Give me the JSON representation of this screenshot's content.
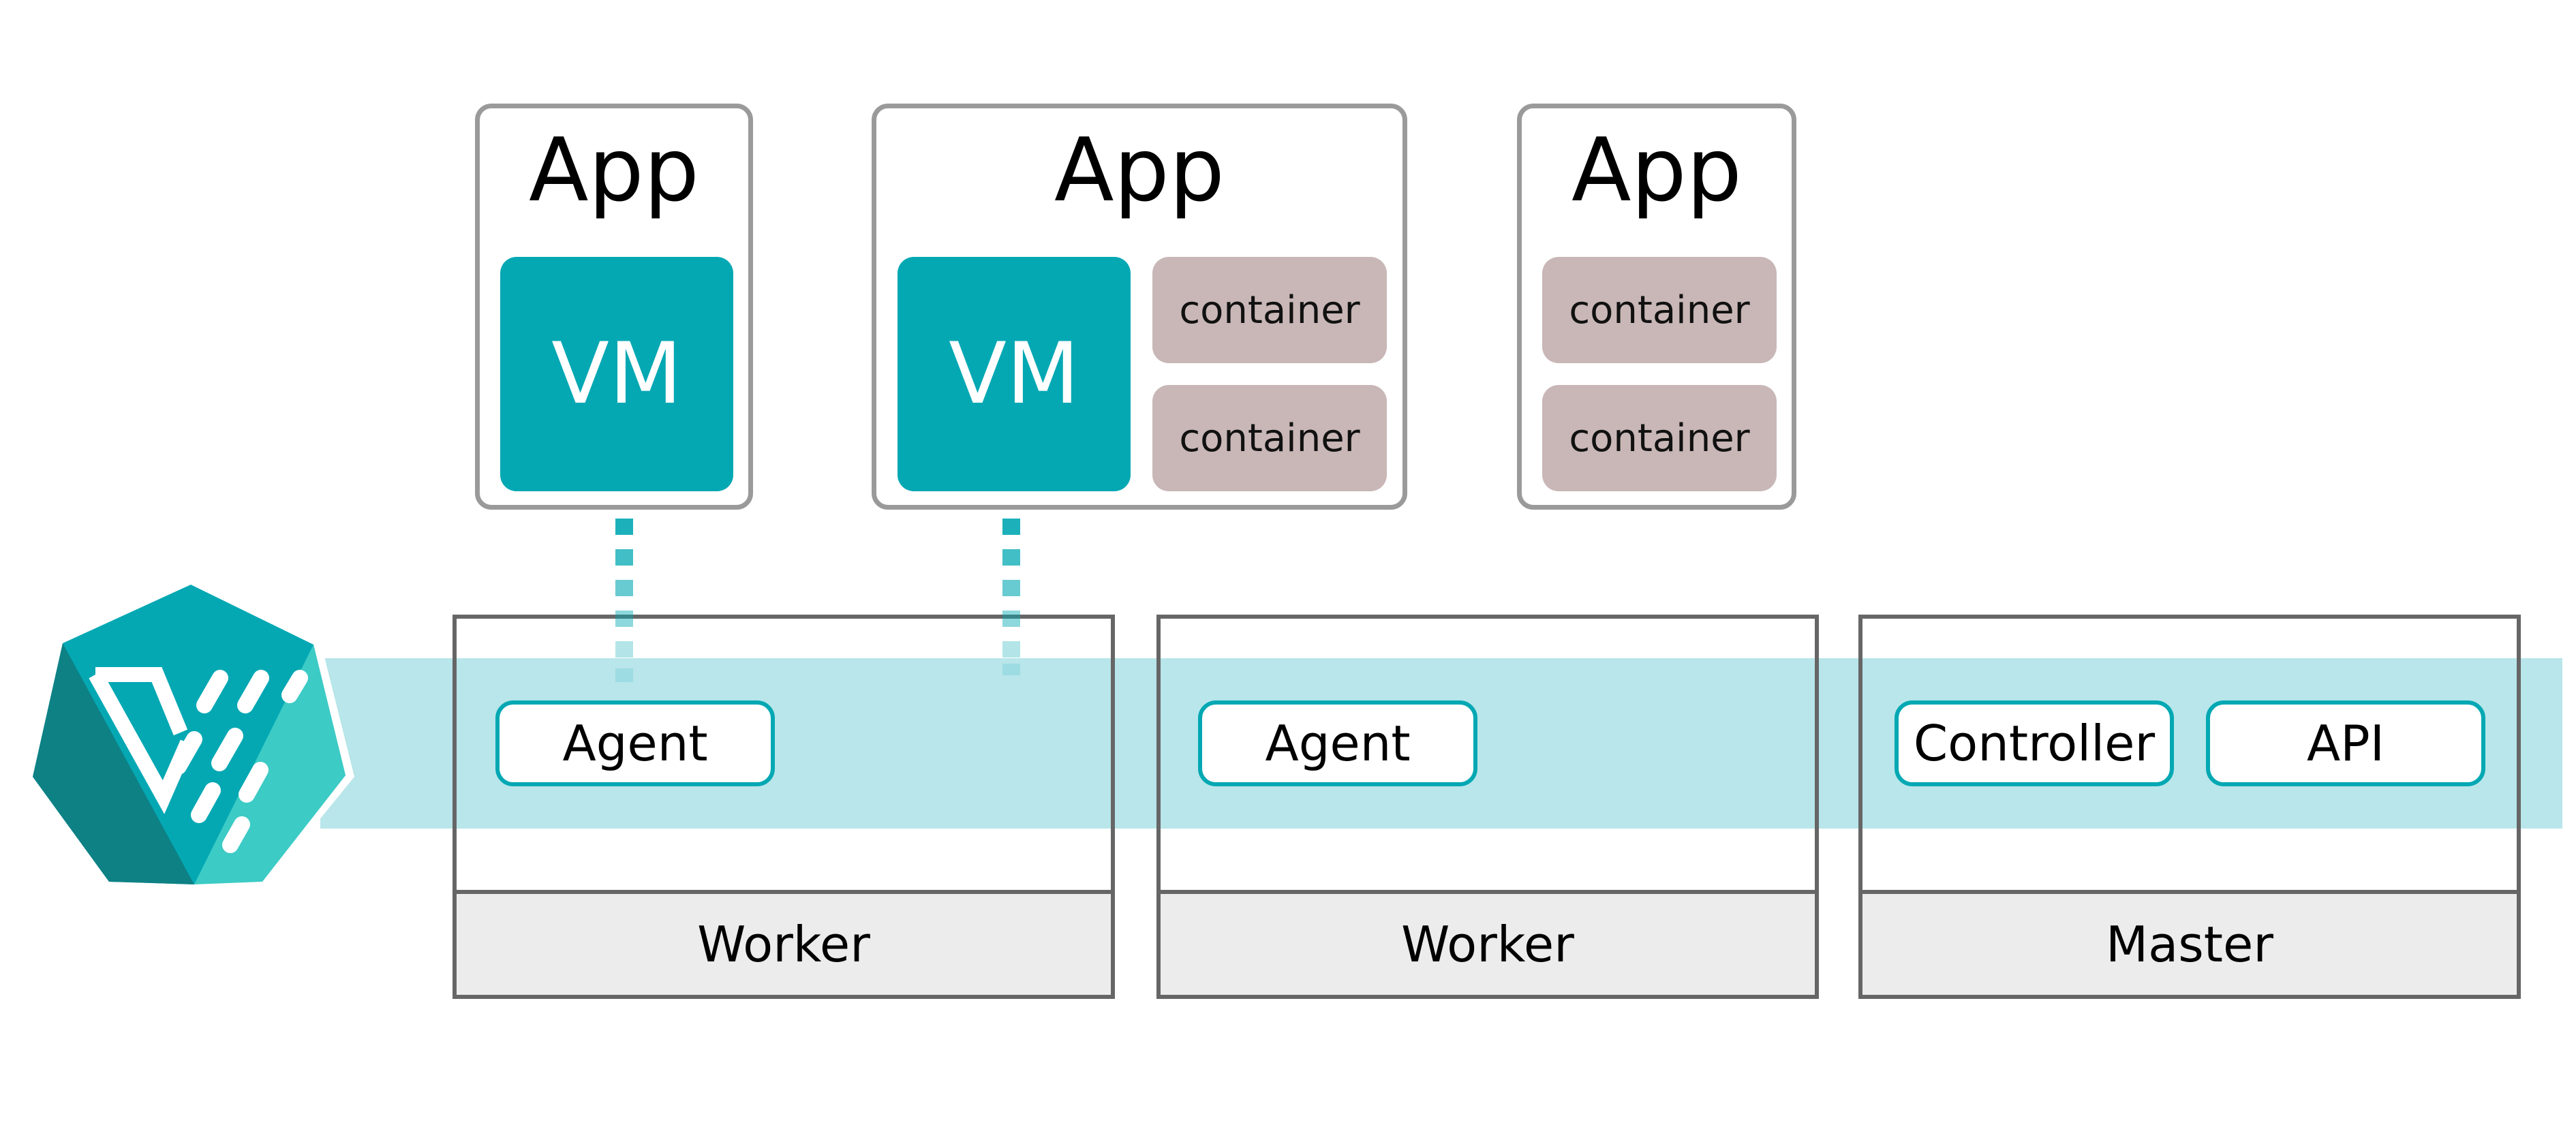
{
  "colors": {
    "teal": "#03a8b3",
    "band": "#b8e6ea",
    "container": "#c8b7b6",
    "node_footer": "#ececec",
    "node_border": "#666666",
    "app_border": "#9a9a9a"
  },
  "logo": {
    "icon": "kubevirt-logo"
  },
  "apps": [
    {
      "title": "App",
      "vm": "VM"
    },
    {
      "title": "App",
      "vm": "VM",
      "containers": [
        "container",
        "container"
      ]
    },
    {
      "title": "App",
      "containers": [
        "container",
        "container"
      ]
    }
  ],
  "nodes": [
    {
      "label": "Worker",
      "components": [
        "Agent"
      ]
    },
    {
      "label": "Worker",
      "components": [
        "Agent"
      ]
    },
    {
      "label": "Master",
      "components": [
        "Controller",
        "API"
      ]
    }
  ]
}
